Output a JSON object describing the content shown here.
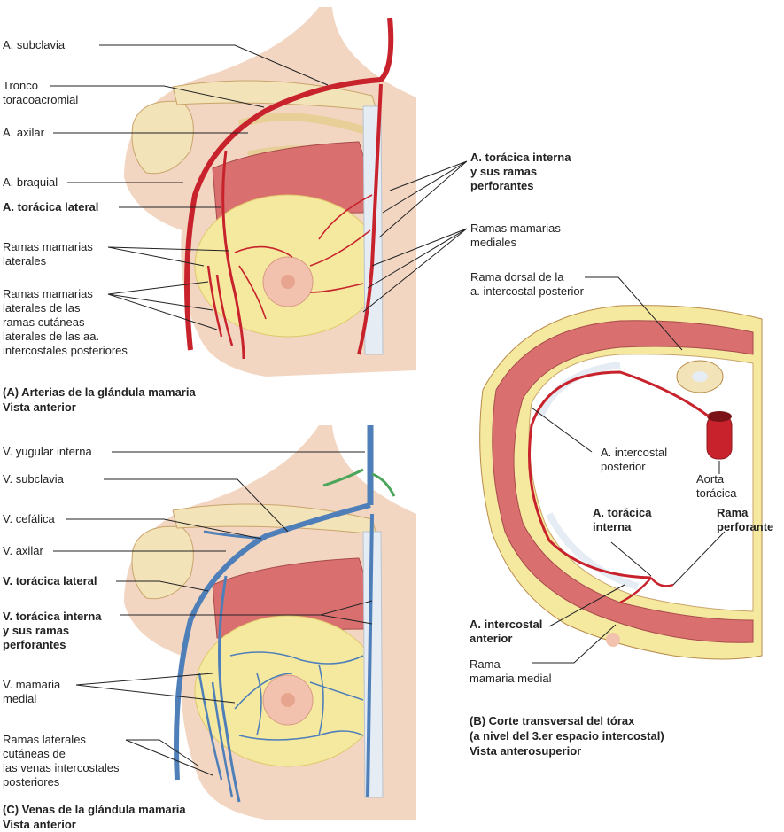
{
  "panel_a": {
    "caption": "(A) Arterias de la glándula mamaria\n      Vista anterior",
    "labels": {
      "subclavia": "A. subclavia",
      "toracoacromial": "Tronco\ntoracoacromial",
      "axilar": "A. axilar",
      "braquial": "A. braquial",
      "toracica_lateral": "A. torácica lateral",
      "ramas_laterales": "Ramas mamarias\nlaterales",
      "ramas_cutaneas": "Ramas mamarias\nlaterales de las\nramas cutáneas\nlaterales de las aa.\nintercostales posteriores",
      "toracica_interna": "A. torácica interna\ny sus ramas\nperforantes",
      "ramas_mediales": "Ramas mamarias\nmediales"
    }
  },
  "panel_b": {
    "caption": "(B) Corte transversal del tórax\n      (a nivel del 3.er espacio intercostal)\n      Vista anterosuperior",
    "labels": {
      "rama_dorsal": "Rama dorsal de la\na. intercostal posterior",
      "intercostal_posterior": "A. intercostal\nposterior",
      "aorta": "Aorta\ntorácica",
      "toracica_interna": "A. torácica\ninterna",
      "rama_perforante": "Rama\nperforante",
      "intercostal_anterior": "A. intercostal\nanterior",
      "rama_mamaria_medial": "Rama\nmamaria medial"
    }
  },
  "panel_c": {
    "caption": "(C) Venas de la glándula mamaria\n      Vista anterior",
    "labels": {
      "yugular": "V. yugular interna",
      "subclavia": "V. subclavia",
      "cefalica": "V. cefálica",
      "axilar": "V. axilar",
      "toracica_lateral": "V. torácica lateral",
      "toracica_interna": "V. torácica interna\ny sus ramas\nperforantes",
      "mamaria_medial": "V. mamaria\nmedial",
      "ramas_laterales": "Ramas laterales\ncutáneas de\nlas venas intercostales\nposteriores"
    }
  },
  "colors": {
    "skin": "#f2d6c2",
    "bone": "#f3e3b8",
    "muscle": "#d9706f",
    "gland": "#f5e9a0",
    "artery": "#c8232c",
    "vein": "#4f7fb8",
    "line": "#222222"
  }
}
